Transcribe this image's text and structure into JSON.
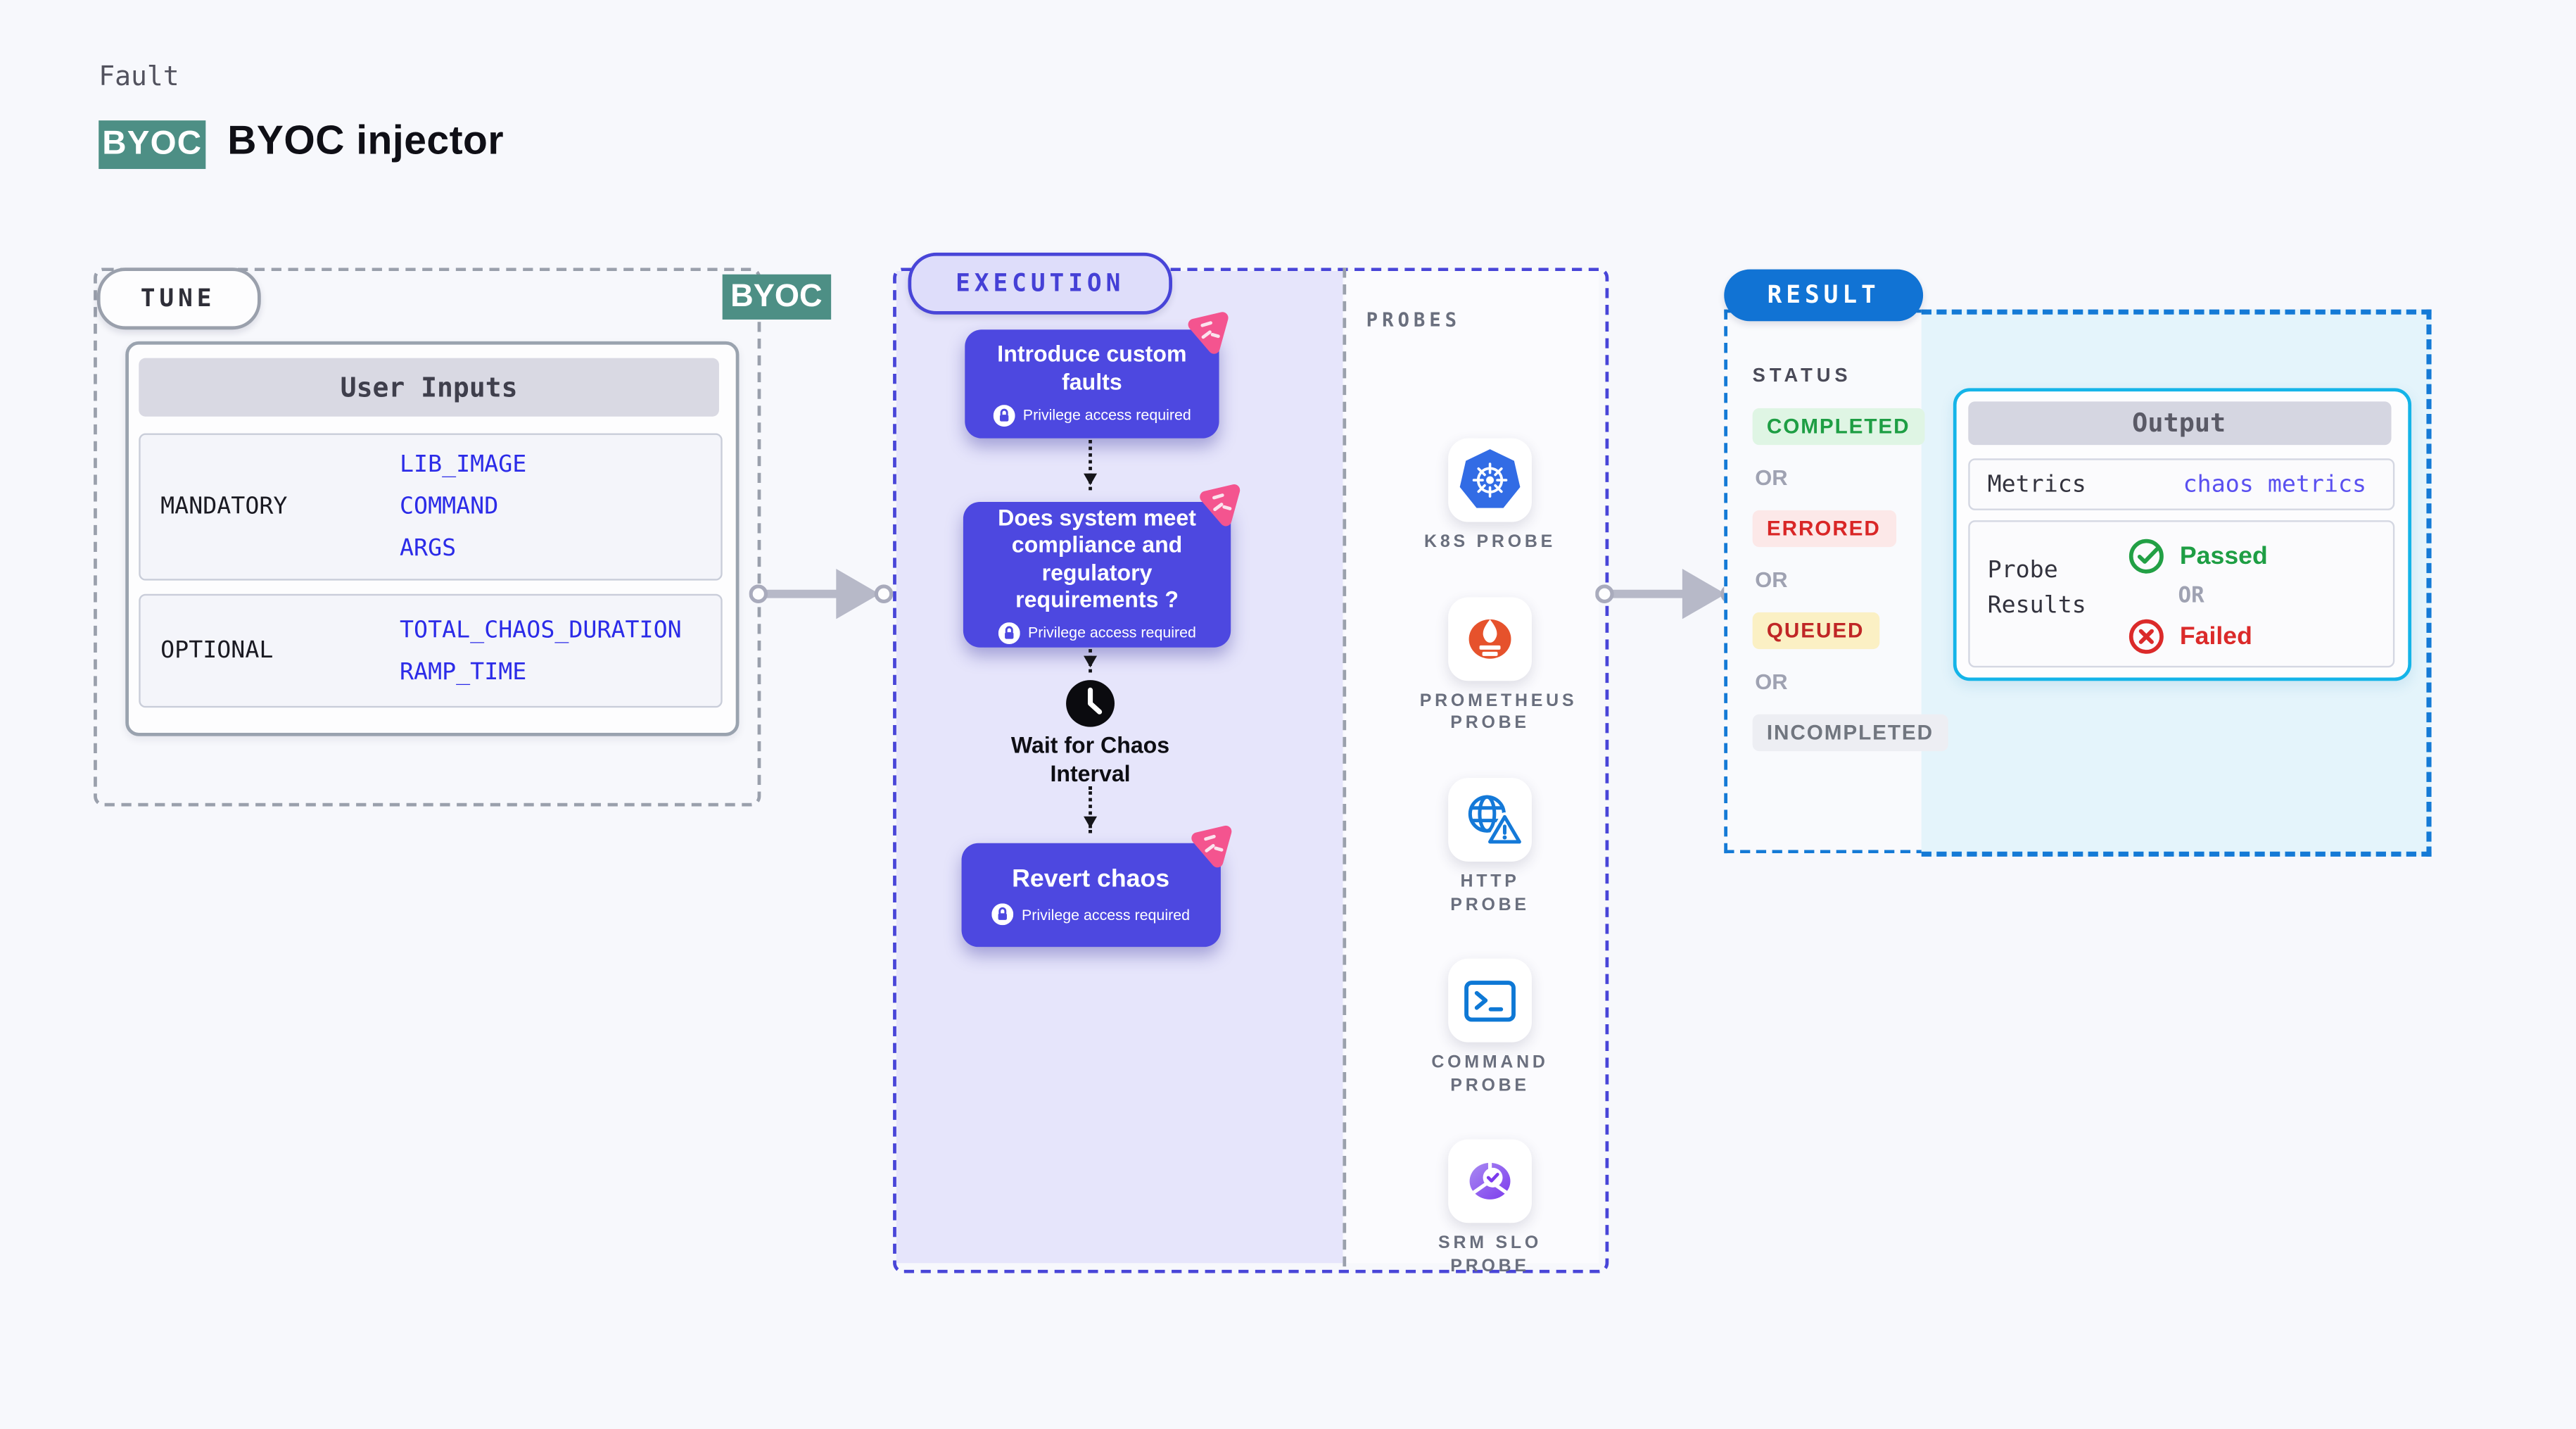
{
  "header": {
    "eyebrow": "Fault",
    "byoc_badge": "BYOC",
    "title": "BYOC injector"
  },
  "tune": {
    "label": "TUNE",
    "byoc_badge": "BYOC",
    "card_title": "User Inputs",
    "rows": [
      {
        "label": "MANDATORY",
        "values": [
          "LIB_IMAGE",
          "COMMAND",
          "ARGS"
        ]
      },
      {
        "label": "OPTIONAL",
        "values": [
          "TOTAL_CHAOS_DURATION",
          "RAMP_TIME"
        ]
      }
    ]
  },
  "execution": {
    "label": "EXECUTION",
    "steps": [
      {
        "title": "Introduce custom faults",
        "note": "Privilege access required"
      },
      {
        "title": "Does system meet compliance and regulatory requirements ?",
        "note": "Privilege access required"
      },
      {
        "title": "Revert chaos",
        "note": "Privilege access required"
      }
    ],
    "wait_label": "Wait for Chaos Interval"
  },
  "probes": {
    "label": "PROBES",
    "items": [
      {
        "name": "K8S PROBE",
        "icon": "kubernetes-icon"
      },
      {
        "name": "PROMETHEUS PROBE",
        "icon": "prometheus-icon"
      },
      {
        "name": "HTTP PROBE",
        "icon": "globe-warning-icon"
      },
      {
        "name": "COMMAND PROBE",
        "icon": "terminal-icon"
      },
      {
        "name": "SRM SLO PROBE",
        "icon": "slo-gauge-icon"
      }
    ]
  },
  "result": {
    "label": "RESULT",
    "status_label": "STATUS",
    "or_label": "OR",
    "statuses": [
      "COMPLETED",
      "ERRORED",
      "QUEUED",
      "INCOMPLETED"
    ],
    "output": {
      "title": "Output",
      "metrics_label": "Metrics",
      "metrics_value": "chaos metrics",
      "probe_results_label": "Probe Results",
      "passed_label": "Passed",
      "failed_label": "Failed"
    }
  },
  "colors": {
    "accent_indigo": "#4845D8",
    "card_indigo": "#4D48E0",
    "teal": "#4D8F85",
    "pink": "#F4548F",
    "result_blue": "#1173D4",
    "output_cyan": "#14B4E8",
    "green": "#1E9E44",
    "red": "#DB2A2A",
    "k8s_blue": "#326CE5",
    "prometheus_orange": "#E6522C"
  }
}
